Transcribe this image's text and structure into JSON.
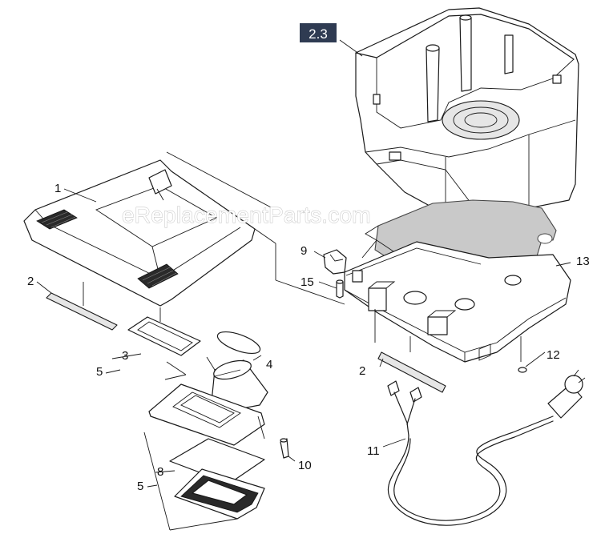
{
  "diagram": {
    "section_badge": "2.3",
    "watermark": "eReplacementParts.com",
    "callouts": {
      "c1": "1",
      "c2a": "2",
      "c2b": "2",
      "c3": "3",
      "c4": "4",
      "c5a": "5",
      "c5b": "5",
      "c8": "8",
      "c9": "9",
      "c10": "10",
      "c11": "11",
      "c12": "12",
      "c13": "13",
      "c15": "15"
    }
  }
}
